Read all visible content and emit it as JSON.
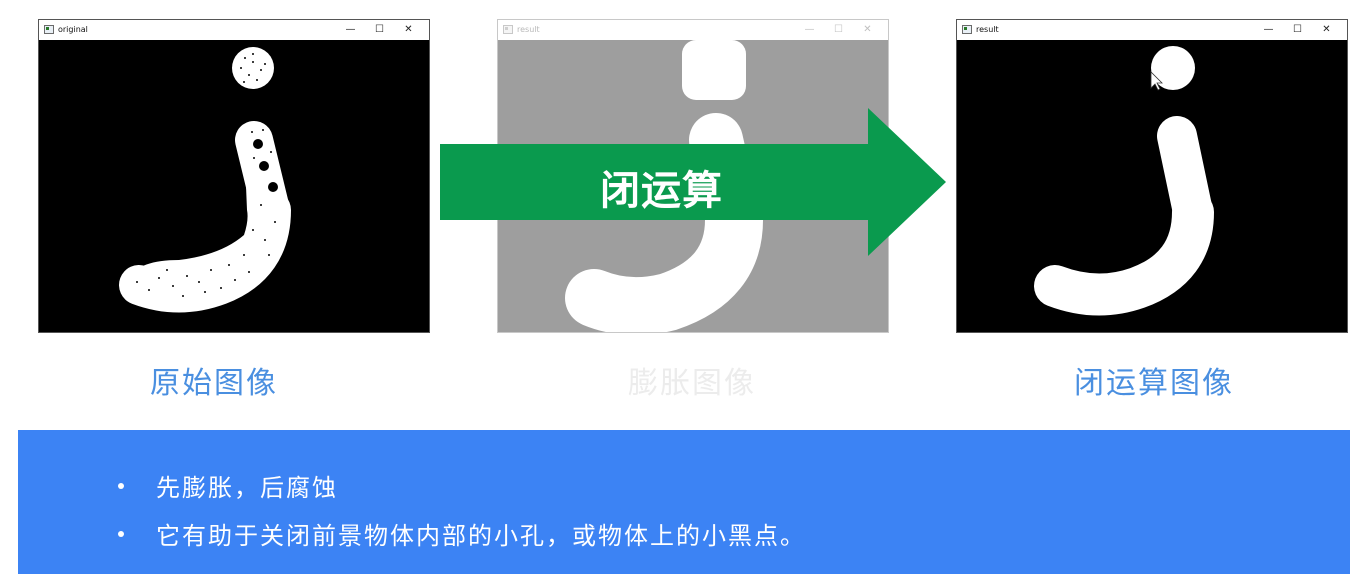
{
  "windows": [
    {
      "title": "original",
      "controls": [
        "—",
        "☐",
        "✕"
      ]
    },
    {
      "title": "result",
      "controls": [
        "—",
        "☐",
        "✕"
      ]
    },
    {
      "title": "result",
      "controls": [
        "—",
        "☐",
        "✕"
      ]
    }
  ],
  "captions": {
    "original": "原始图像",
    "dilated": "膨胀图像",
    "closed": "闭运算图像"
  },
  "arrow": {
    "label": "闭运算",
    "color": "#0a9a4e"
  },
  "colors": {
    "caption": "#4a8fe0",
    "panel": "#3c83f4",
    "dilate_bg": "#9e9e9e"
  },
  "notes": {
    "bullet": "•",
    "items": [
      "先膨胀，后腐蚀",
      "它有助于关闭前景物体内部的小孔，或物体上的小黑点。"
    ]
  }
}
